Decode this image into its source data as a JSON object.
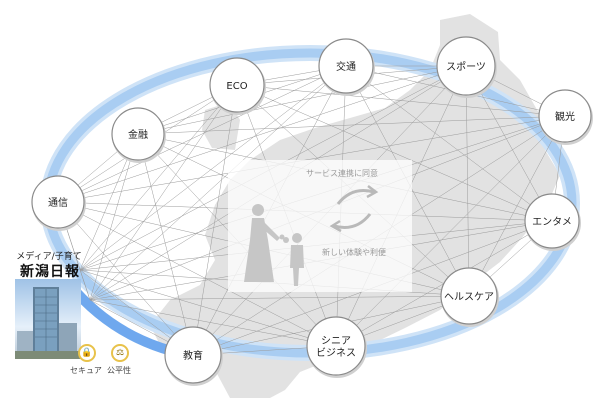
{
  "nodes": [
    {
      "id": "tsushin",
      "label": "通信"
    },
    {
      "id": "kinyu",
      "label": "金融"
    },
    {
      "id": "eco",
      "label": "ECO"
    },
    {
      "id": "kotsu",
      "label": "交通"
    },
    {
      "id": "sports",
      "label": "スポーツ"
    },
    {
      "id": "kanko",
      "label": "観光"
    },
    {
      "id": "entame",
      "label": "エンタメ"
    },
    {
      "id": "health",
      "label": "ヘルスケア"
    },
    {
      "id": "senior",
      "label": "シニア\nビジネス"
    },
    {
      "id": "kyoiku",
      "label": "教育"
    }
  ],
  "center": {
    "consent_label": "サービス連携に同意",
    "benefit_label": "新しい体験や利便"
  },
  "left_panel": {
    "caption": "メディア/子育て",
    "logo_text": "新潟日報",
    "badge_secure": "セキュア",
    "badge_fair": "公平性"
  },
  "colors": {
    "ring": "#a9cdf2",
    "ring_bright": "#6fa8ee",
    "node_border": "#8a8a8a",
    "lines": "#9b9b9b"
  }
}
